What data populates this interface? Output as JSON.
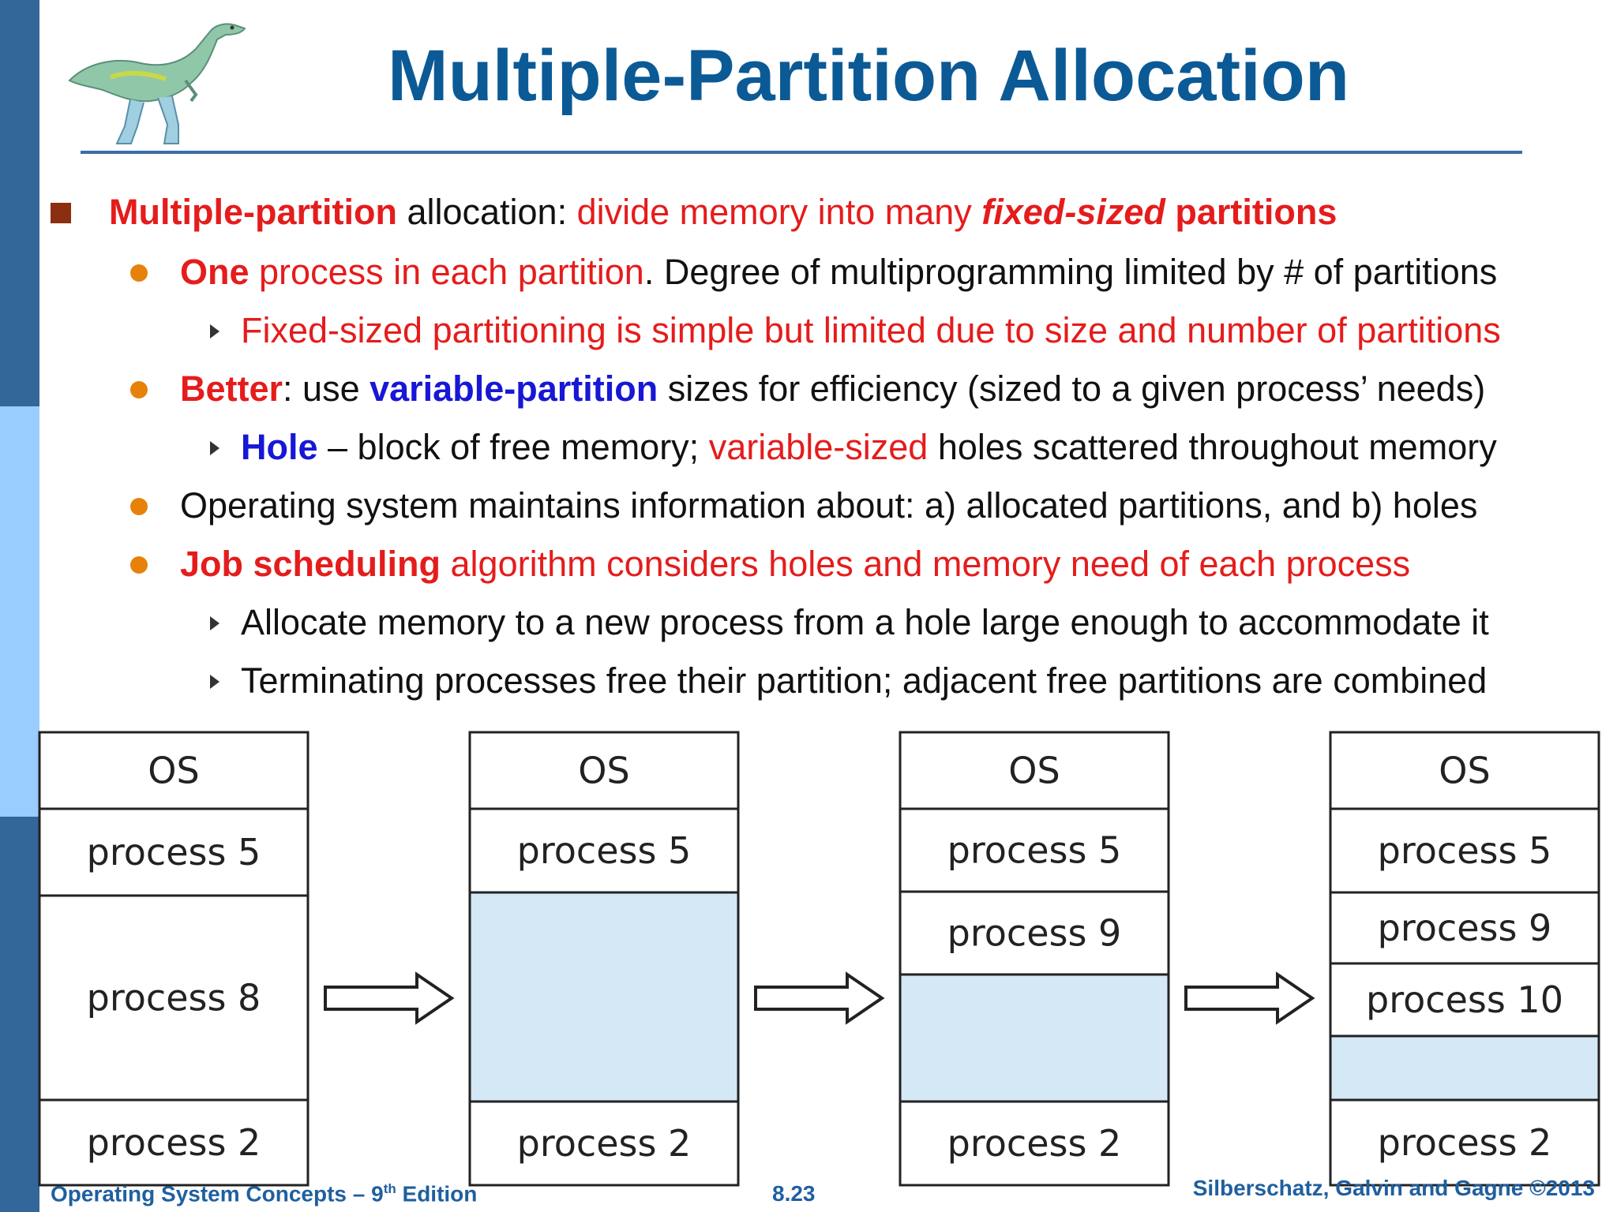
{
  "title": "Multiple-Partition Allocation",
  "bullets": [
    {
      "level": 1,
      "parts": [
        {
          "t": "Multiple-partition",
          "s": "red b"
        },
        {
          "t": " allocation: ",
          "s": "k"
        },
        {
          "t": "divide memory into many ",
          "s": "red"
        },
        {
          "t": "fixed-sized",
          "s": "red bi"
        },
        {
          "t": " partitions",
          "s": "red b"
        }
      ]
    },
    {
      "level": 2,
      "parts": [
        {
          "t": "One",
          "s": "red b"
        },
        {
          "t": " process in each partition",
          "s": "red"
        },
        {
          "t": ". Degree of multiprogramming limited by # of partitions",
          "s": "k"
        }
      ]
    },
    {
      "level": 3,
      "parts": [
        {
          "t": "Fixed-sized partitioning is simple but limited due to size and number of partitions",
          "s": "red"
        }
      ]
    },
    {
      "level": 2,
      "parts": [
        {
          "t": "Better",
          "s": "red b"
        },
        {
          "t": ": use ",
          "s": "k"
        },
        {
          "t": "variable-partition",
          "s": "blue b"
        },
        {
          "t": " sizes for efficiency (sized to a given process’ needs)",
          "s": "k"
        }
      ]
    },
    {
      "level": 3,
      "parts": [
        {
          "t": "Hole",
          "s": "blue b"
        },
        {
          "t": " – block of free memory; ",
          "s": "k"
        },
        {
          "t": "variable-sized",
          "s": "red"
        },
        {
          "t": " holes scattered throughout memory",
          "s": "k"
        }
      ]
    },
    {
      "level": 2,
      "parts": [
        {
          "t": "Operating system maintains information about: a) allocated partitions, and b) holes",
          "s": "k"
        }
      ]
    },
    {
      "level": 2,
      "parts": [
        {
          "t": "Job scheduling",
          "s": "red b"
        },
        {
          "t": " algorithm considers holes and memory need of each process",
          "s": "red"
        }
      ]
    },
    {
      "level": 3,
      "parts": [
        {
          "t": "Allocate memory to a new process from a hole large enough to accommodate it",
          "s": "k"
        }
      ]
    },
    {
      "level": 3,
      "parts": [
        {
          "t": "Terminating processes free their partition; adjacent free partitions are combined",
          "s": "k"
        }
      ]
    }
  ],
  "diagram": {
    "hole_color": "#d4e8f6",
    "columns": [
      {
        "blocks": [
          {
            "label": "OS",
            "hole": false
          },
          {
            "label": "process 5",
            "hole": false
          },
          {
            "label": "process 8",
            "hole": false
          },
          {
            "label": "process 2",
            "hole": false
          }
        ]
      },
      {
        "blocks": [
          {
            "label": "OS",
            "hole": false
          },
          {
            "label": "process 5",
            "hole": false
          },
          {
            "label": "",
            "hole": true
          },
          {
            "label": "process 2",
            "hole": false
          }
        ]
      },
      {
        "blocks": [
          {
            "label": "OS",
            "hole": false
          },
          {
            "label": "process 5",
            "hole": false
          },
          {
            "label": "process 9",
            "hole": false
          },
          {
            "label": "",
            "hole": true
          },
          {
            "label": "process 2",
            "hole": false
          }
        ]
      },
      {
        "blocks": [
          {
            "label": "OS",
            "hole": false
          },
          {
            "label": "process 5",
            "hole": false
          },
          {
            "label": "process 9",
            "hole": false
          },
          {
            "label": "process 10",
            "hole": false
          },
          {
            "label": "",
            "hole": true
          },
          {
            "label": "process 2",
            "hole": false
          }
        ]
      }
    ]
  },
  "footer": {
    "book": "Operating System Concepts – 9",
    "book_sup": "th",
    "book_end": " Edition",
    "page": "8.23",
    "copyright": "Silberschatz, Galvin and Gagne ©2013"
  }
}
